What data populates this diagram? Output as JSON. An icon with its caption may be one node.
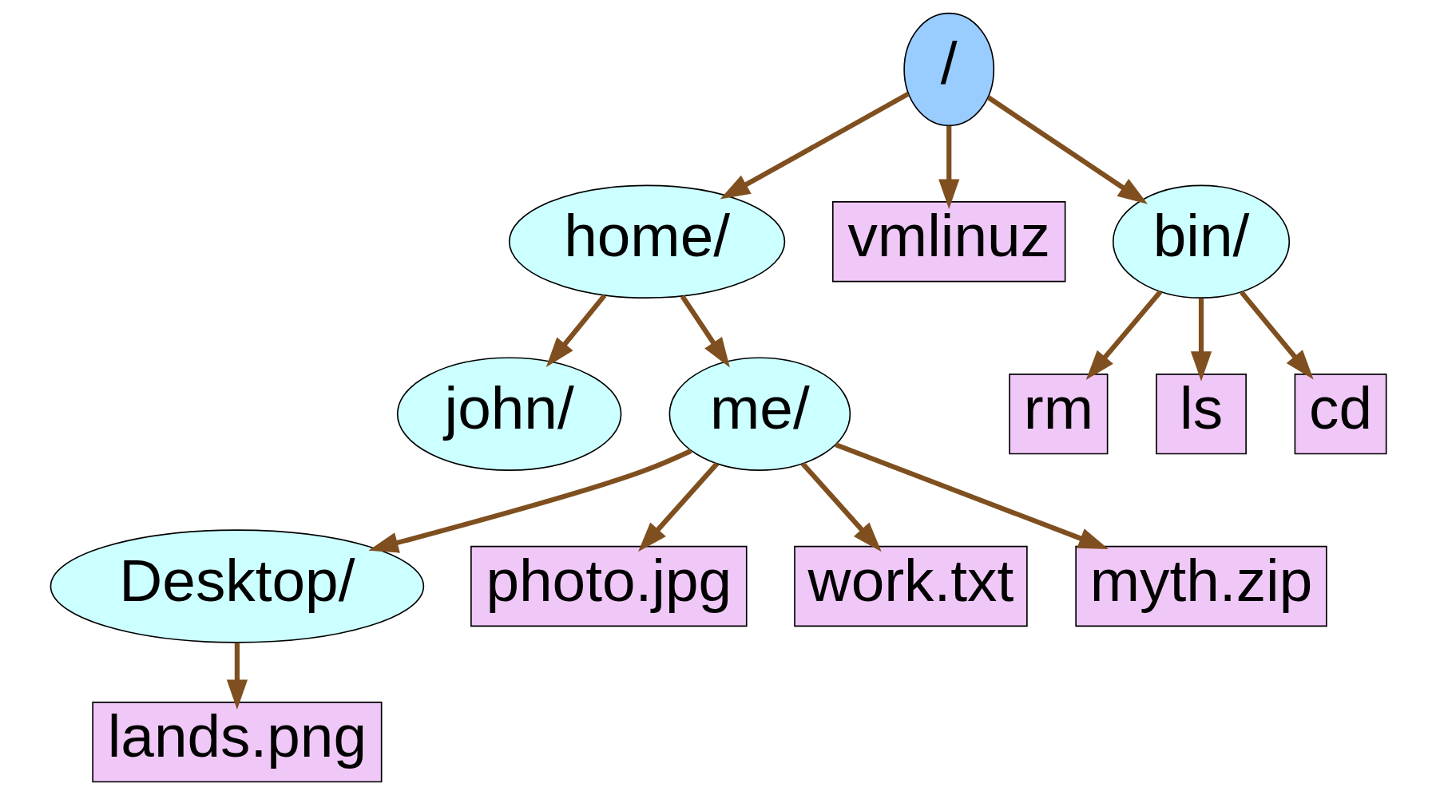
{
  "diagram": {
    "nodes": [
      {
        "text": [
          "/"
        ]
      },
      {
        "text": [
          "john/"
        ]
      },
      {
        "text": [
          "home/"
        ]
      },
      {
        "text": [
          "vmlinuz"
        ]
      },
      {
        "text": [
          "bin/"
        ]
      },
      {
        "text": [
          "rm"
        ]
      },
      {
        "text": [
          "ls"
        ]
      },
      {
        "text": [
          "cd"
        ]
      },
      {
        "text": [
          "me/"
        ]
      },
      {
        "text": [
          "Desktop/"
        ]
      },
      {
        "text": [
          "photo.jpg"
        ]
      },
      {
        "text": [
          "work.txt"
        ]
      },
      {
        "text": [
          "myth.zip"
        ]
      },
      {
        "text": [
          "lands.png"
        ]
      }
    ],
    "edges": [
      {
        "from": 0,
        "to": 2,
        "arrow": "to"
      },
      {
        "from": 0,
        "to": 3,
        "arrow": "to"
      },
      {
        "from": 0,
        "to": 4,
        "arrow": "to"
      },
      {
        "from": 2,
        "to": 1,
        "arrow": "to"
      },
      {
        "from": 4,
        "to": 5,
        "arrow": "to"
      },
      {
        "from": 4,
        "to": 6,
        "arrow": "to"
      },
      {
        "from": 4,
        "to": 7,
        "arrow": "to"
      },
      {
        "from": 2,
        "to": 8,
        "arrow": "to"
      },
      {
        "from": 8,
        "to": 9,
        "arrow": "to"
      },
      {
        "from": 8,
        "to": 10,
        "arrow": "to"
      },
      {
        "from": 8,
        "to": 12,
        "arrow": "to"
      },
      {
        "from": 8,
        "to": 11,
        "arrow": "to"
      },
      {
        "from": 9,
        "to": 13,
        "arrow": "to"
      }
    ]
  }
}
